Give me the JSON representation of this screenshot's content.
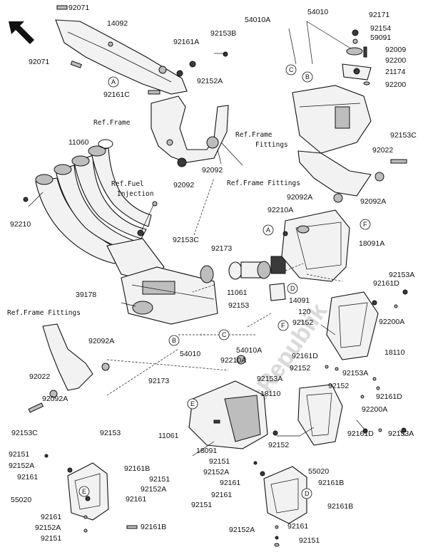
{
  "watermark": "PartsRepublik",
  "ref_labels": {
    "frame": "Ref.Frame",
    "frame_fittings_a": "Ref.Frame",
    "frame_fittings_b": "Fittings",
    "frame_fittings_top": "Ref.Frame Fittings",
    "fuel_injection_a": "Ref.Fuel",
    "fuel_injection_b": "Injection",
    "frame_fittings_left": "Ref.Frame Fittings"
  },
  "callouts": {
    "A": "A",
    "B": "B",
    "C": "C",
    "D": "D",
    "E": "E",
    "F": "F"
  },
  "part_numbers": {
    "p92071_top": "92071",
    "p14092": "14092",
    "p92071_left": "92071",
    "p92161A": "92161A",
    "p92153B": "92153B",
    "p92152A_top": "92152A",
    "p92161C": "92161C",
    "p54010A_top": "54010A",
    "p54010_top": "54010",
    "p92171": "92171",
    "p92154": "92154",
    "p59091": "59091",
    "p92009": "92009",
    "p92200_a": "92200",
    "p21174": "21174",
    "p92200_b": "92200",
    "p11060": "11060",
    "p92153C_r": "92153C",
    "p92022_r": "92022",
    "p92092_a": "92092",
    "p92092_b": "92092",
    "p92092A_r": "92092A",
    "p92092A_m": "92092A",
    "p92210A_m": "92210A",
    "p92210": "92210",
    "p18091A": "18091A",
    "p92153C_m": "92153C",
    "p92173_m": "92173",
    "p39178": "39178",
    "p11061_m": "11061",
    "p92153_m": "92153",
    "p14091": "14091",
    "p120": "120",
    "p92153A_r": "92153A",
    "p92161D_r": "92161D",
    "p92200A_r": "92200A",
    "p92152_r": "92152",
    "p18110_a": "18110",
    "p54010_m": "54010",
    "p54010A_m": "54010A",
    "p92161D_m": "92161D",
    "p92152_m": "92152",
    "p92092A_l": "92092A",
    "p92210A_c": "92210A",
    "p92153A_m": "92153A",
    "p92153A_comma": "92153A",
    "p92152_m2": "92152",
    "p92022_l": "92022",
    "p92173_c": "92173",
    "p92092A_l2": "92092A",
    "p92161D_m2": "92161D",
    "p18110_b": "18110",
    "p92153C_l": "92153C",
    "p92153_c": "92153",
    "p11061_c": "11061",
    "p92200A_m": "92200A",
    "p92161D_b": "92161D",
    "p92153A_b": "92153A",
    "p18091": "18091",
    "p92152_c": "92152",
    "p92151_l1": "92151",
    "p92152A_l1": "92152A",
    "p92161_l1": "92161",
    "p92161B_l": "92161B",
    "p92151_l2": "92151",
    "p92152A_l2": "92152A",
    "p55020_l": "55020",
    "p92161_l2": "92161",
    "p92161_l3": "92161",
    "p92152A_l3": "92152A",
    "p92151_l3": "92151",
    "p92161B_l2": "92161B",
    "p92151_c1": "92151",
    "p92152A_c1": "92152A",
    "p92161_c1": "92161",
    "p55020_r": "55020",
    "p92161B_r": "92161B",
    "p92161_c2": "92161",
    "p92151_c2": "92151",
    "p92161B_r2": "92161B",
    "p92152A_c2": "92152A",
    "p92161_c3": "92161",
    "p92151_c3": "92151"
  }
}
